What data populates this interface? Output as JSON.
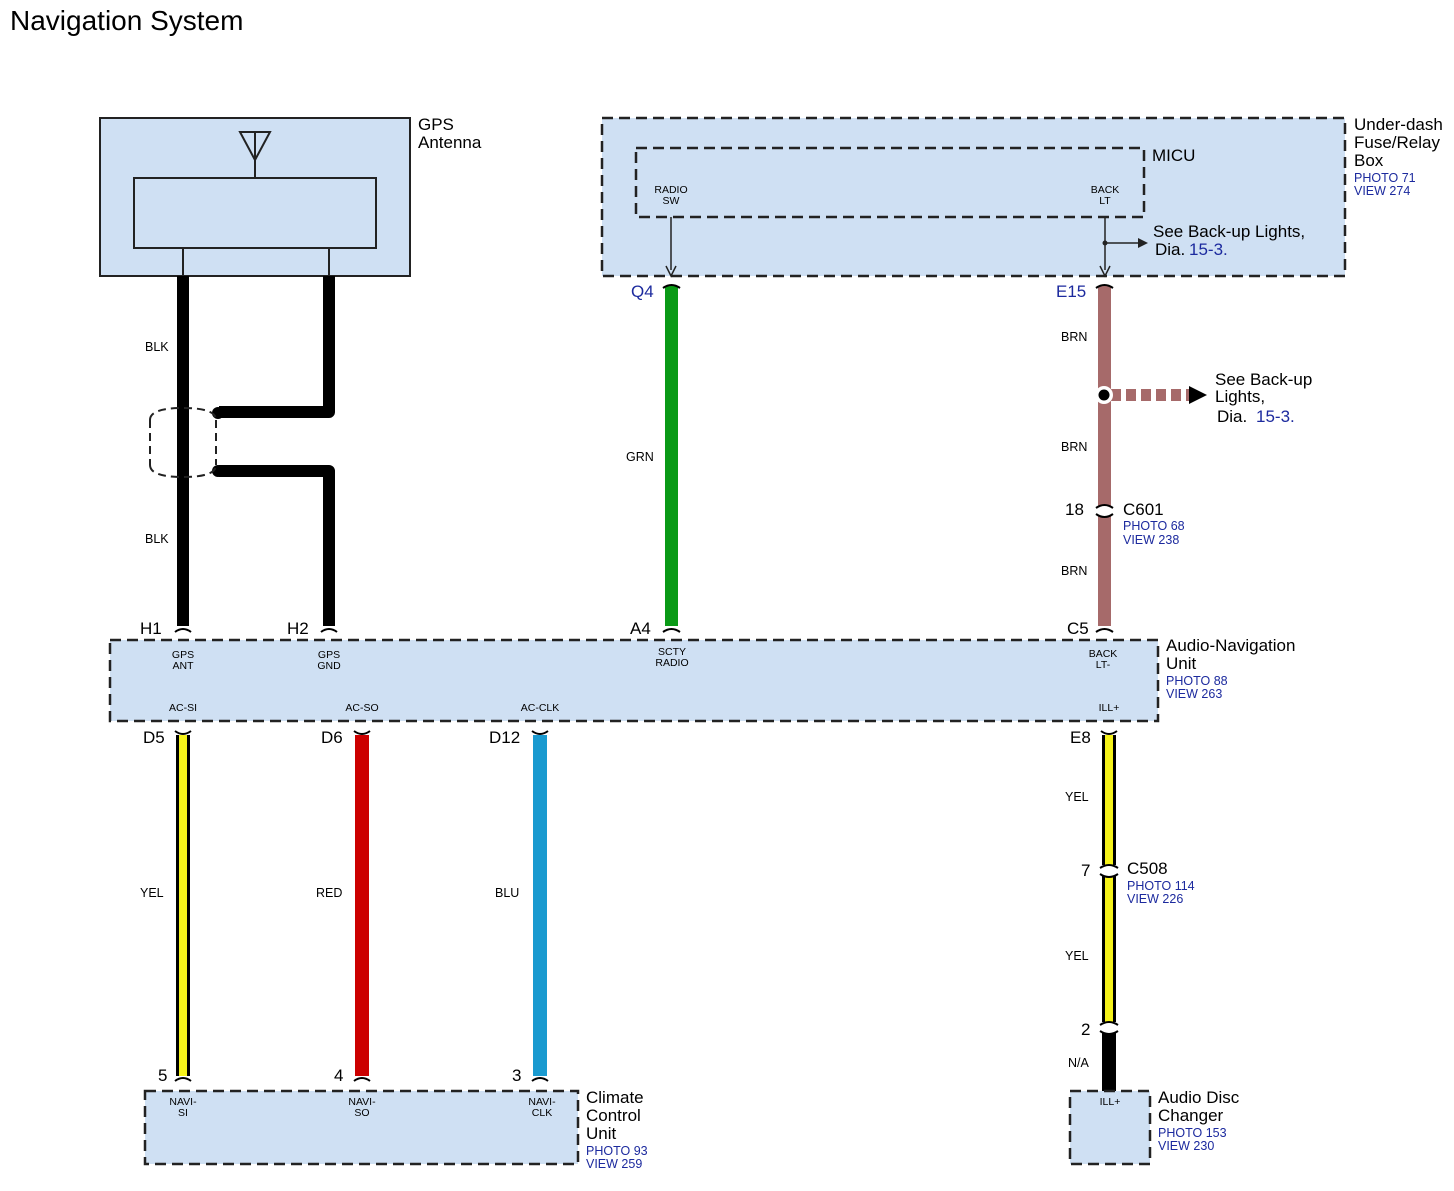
{
  "title": "Navigation System",
  "components": {
    "gps": {
      "name1": "GPS",
      "name2": "Antenna"
    },
    "fuse": {
      "name1": "Under-dash",
      "name2": "Fuse/Relay",
      "name3": "Box",
      "photo": "PHOTO 71",
      "view": "VIEW 274"
    },
    "micu": {
      "name": "MICU",
      "t_radio1": "RADIO",
      "t_radio2": "SW",
      "t_back1": "BACK",
      "t_back2": "LT"
    },
    "anu": {
      "name1": "Audio-Navigation",
      "name2": "Unit",
      "photo": "PHOTO 88",
      "view": "VIEW 263",
      "t_gpsant1": "GPS",
      "t_gpsant2": "ANT",
      "t_gpsgnd1": "GPS",
      "t_gpsgnd2": "GND",
      "t_scty1": "SCTY",
      "t_scty2": "RADIO",
      "t_back1": "BACK",
      "t_back2": "LT-",
      "t_acsi": "AC-SI",
      "t_acso": "AC-SO",
      "t_acclk": "AC-CLK",
      "t_ill": "ILL+"
    },
    "ccu": {
      "name1": "Climate",
      "name2": "Control",
      "name3": "Unit",
      "photo": "PHOTO 93",
      "view": "VIEW 259",
      "t_si1": "NAVI-",
      "t_si2": "SI",
      "t_so1": "NAVI-",
      "t_so2": "SO",
      "t_clk1": "NAVI-",
      "t_clk2": "CLK"
    },
    "adc": {
      "name1": "Audio Disc",
      "name2": "Changer",
      "photo": "PHOTO 153",
      "view": "VIEW 230",
      "t_ill": "ILL+"
    }
  },
  "connectors": {
    "c601": {
      "name": "C601",
      "photo": "PHOTO 68",
      "view": "VIEW 238",
      "pin": "18"
    },
    "c508": {
      "name": "C508",
      "photo": "PHOTO 114",
      "view": "VIEW 226",
      "pin_top": "7",
      "pin_bottom": "2"
    }
  },
  "pins": {
    "q4": "Q4",
    "e15": "E15",
    "h1": "H1",
    "h2": "H2",
    "a4": "A4",
    "c5": "C5",
    "d5": "D5",
    "d6": "D6",
    "d12": "D12",
    "e8": "E8",
    "ccu5": "5",
    "ccu4": "4",
    "ccu3": "3"
  },
  "wires": {
    "blk_top": "BLK",
    "blk_bottom": "BLK",
    "grn": "GRN",
    "brn1": "BRN",
    "brn2": "BRN",
    "brn3": "BRN",
    "yel_left": "YEL",
    "red": "RED",
    "blu": "BLU",
    "yel_right1": "YEL",
    "yel_right2": "YEL",
    "na": "N/A"
  },
  "references": {
    "micu_see1": "See Back-up Lights,",
    "micu_see2": "Dia.",
    "micu_link": "15-3.",
    "splice_see1": "See Back-up",
    "splice_see2": "Lights,",
    "splice_see3": "Dia.",
    "splice_link": "15-3."
  },
  "colors": {
    "blk": "#000000",
    "grn": "#0a9a16",
    "brn": "#a66a6a",
    "yel": "#f5f21a",
    "red": "#cc0000",
    "blu": "#1a9ad0",
    "box_fill": "#cfe0f3",
    "link": "#1c2a9e"
  }
}
